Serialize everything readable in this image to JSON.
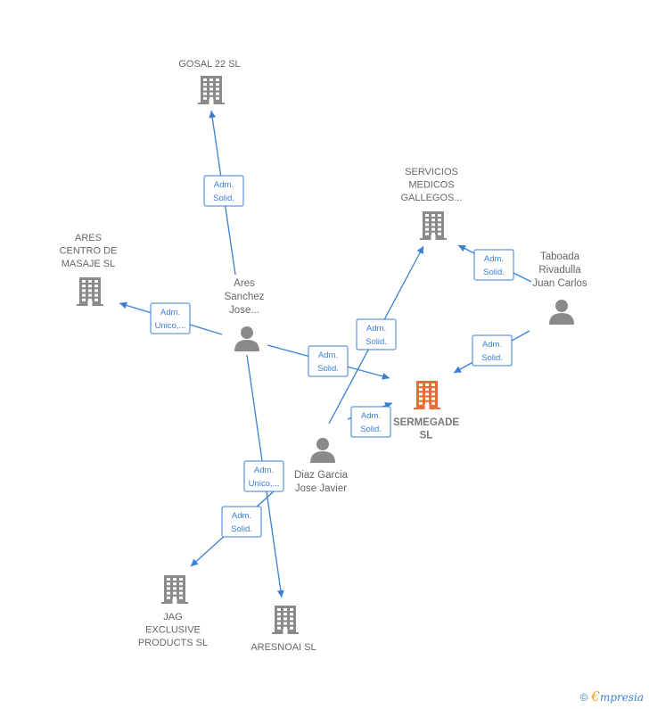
{
  "nodes": {
    "gosal": {
      "type": "company",
      "lines": [
        "GOSAL 22  SL"
      ]
    },
    "servicios": {
      "type": "company",
      "lines": [
        "SERVICIOS",
        "MEDICOS",
        "GALLEGOS..."
      ]
    },
    "ares_centro": {
      "type": "company",
      "lines": [
        "ARES",
        "CENTRO DE",
        "MASAJE SL"
      ]
    },
    "sermegade": {
      "type": "company-main",
      "lines": [
        "SERMEGADE",
        "SL"
      ]
    },
    "jag": {
      "type": "company",
      "lines": [
        "JAG",
        "EXCLUSIVE",
        "PRODUCTS SL"
      ]
    },
    "aresnoai": {
      "type": "company",
      "lines": [
        "ARESNOAI  SL"
      ]
    },
    "ares_sanchez": {
      "type": "person",
      "lines": [
        "Ares",
        "Sanchez",
        "Jose..."
      ]
    },
    "taboada": {
      "type": "person",
      "lines": [
        "Taboada",
        "Rivadulla",
        "Juan Carlos"
      ]
    },
    "diaz": {
      "type": "person",
      "lines": [
        "Diaz Garcia",
        "Jose Javier"
      ]
    }
  },
  "edges": [
    {
      "from": "ares_sanchez",
      "to": "gosal",
      "label": [
        "Adm.",
        "Solid."
      ]
    },
    {
      "from": "ares_sanchez",
      "to": "ares_centro",
      "label": [
        "Adm.",
        "Unico,..."
      ]
    },
    {
      "from": "ares_sanchez",
      "to": "sermegade",
      "label": [
        "Adm.",
        "Solid."
      ]
    },
    {
      "from": "ares_sanchez",
      "to": "jag",
      "label": [
        "Adm.",
        "Solid."
      ]
    },
    {
      "from": "ares_sanchez",
      "to": "aresnoai",
      "label": [
        "Adm.",
        "Unico,..."
      ]
    },
    {
      "from": "diaz",
      "to": "servicios",
      "label": [
        "Adm.",
        "Solid."
      ]
    },
    {
      "from": "diaz",
      "to": "sermegade",
      "label": [
        "Adm.",
        "Solid."
      ]
    },
    {
      "from": "taboada",
      "to": "servicios",
      "label": [
        "Adm.",
        "Solid."
      ]
    },
    {
      "from": "taboada",
      "to": "sermegade",
      "label": [
        "Adm.",
        "Solid."
      ]
    }
  ],
  "footer": {
    "copyright": "©",
    "brand_initial": "€",
    "brand_rest": "mpresia"
  },
  "colors": {
    "edge": "#3a7fd5",
    "node": "#8a8a8a",
    "main_node": "#f06a35"
  }
}
